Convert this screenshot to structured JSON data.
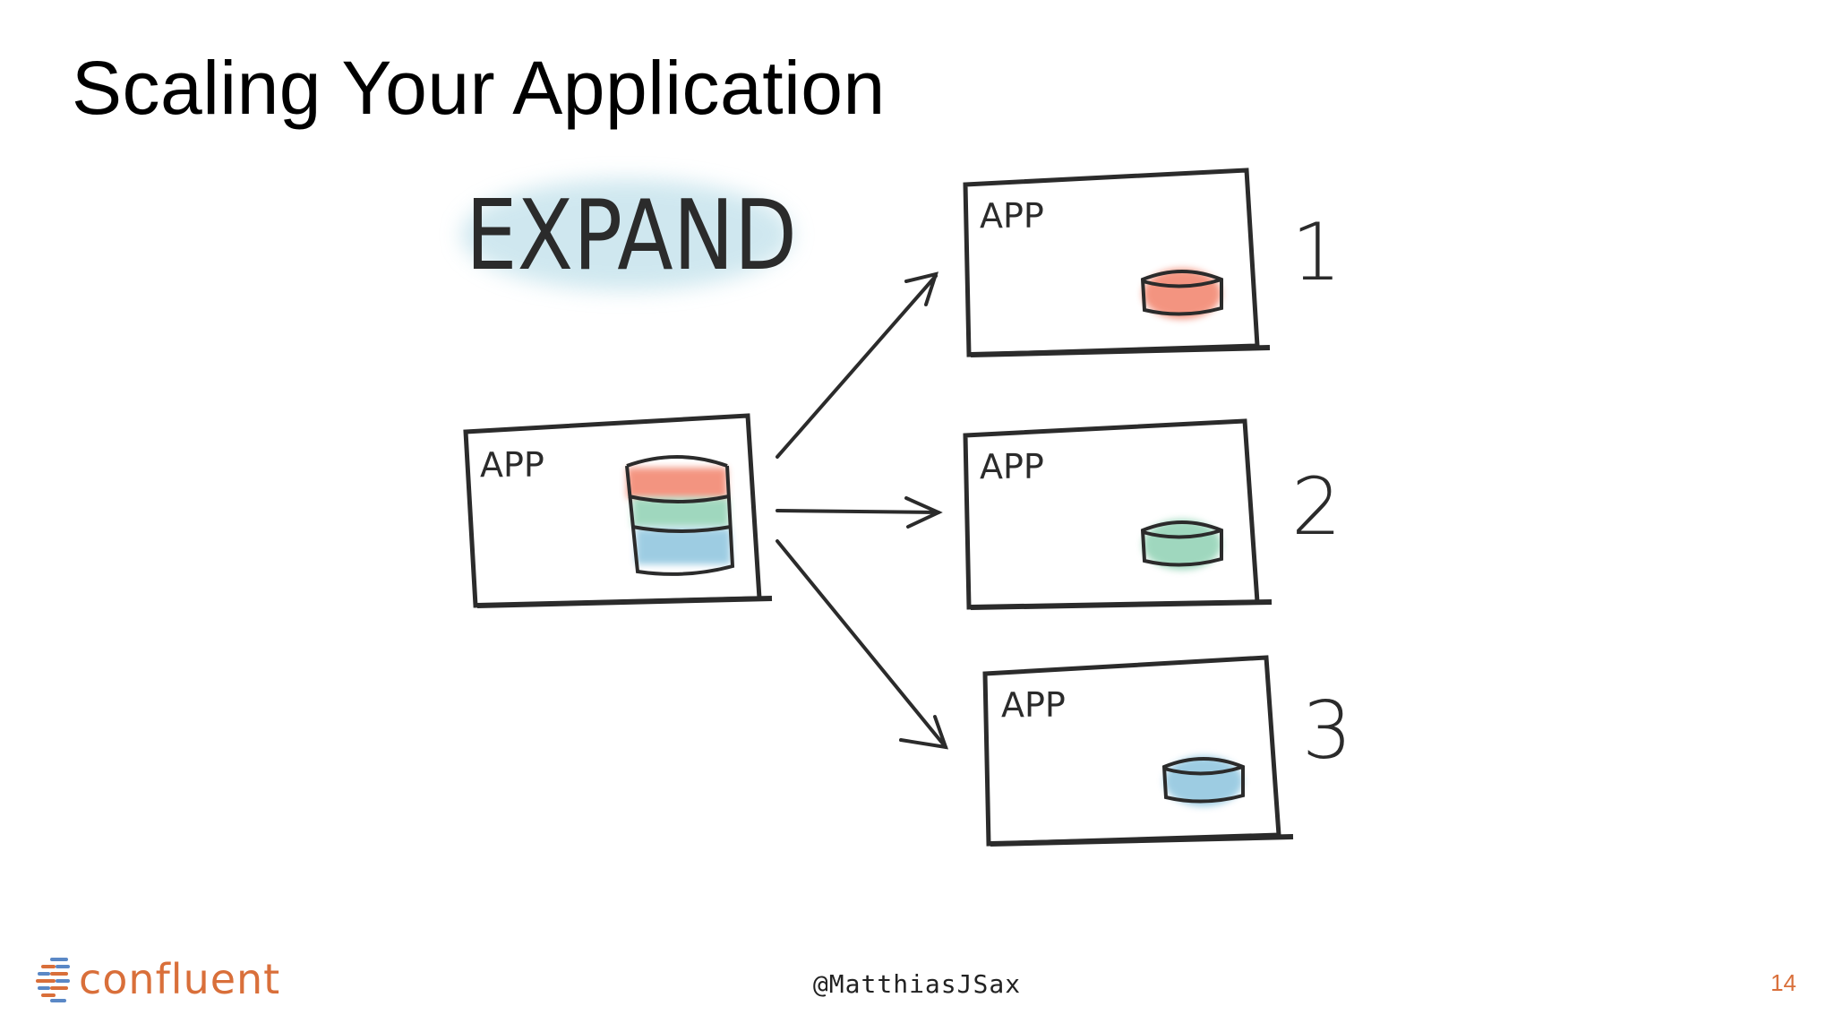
{
  "slide": {
    "title": "Scaling Your Application",
    "handle": "@MatthiasJSax",
    "page_number": "14"
  },
  "logo": {
    "word": "confluent",
    "icon": "confluent-logo-icon",
    "color": "#d96f3a"
  },
  "sketch": {
    "banner": "EXPAND",
    "source_app": {
      "label": "APP",
      "store_slices": [
        "red",
        "green",
        "blue"
      ]
    },
    "instances": [
      {
        "label": "APP",
        "number": "1",
        "store_color": "red"
      },
      {
        "label": "APP",
        "number": "2",
        "store_color": "green"
      },
      {
        "label": "APP",
        "number": "3",
        "store_color": "blue"
      }
    ],
    "colors": {
      "red": "#f2826b",
      "green": "#8fd1b3",
      "blue": "#8cc4de",
      "wash": "#bfe0ea",
      "ink": "#2b2b2b"
    }
  }
}
